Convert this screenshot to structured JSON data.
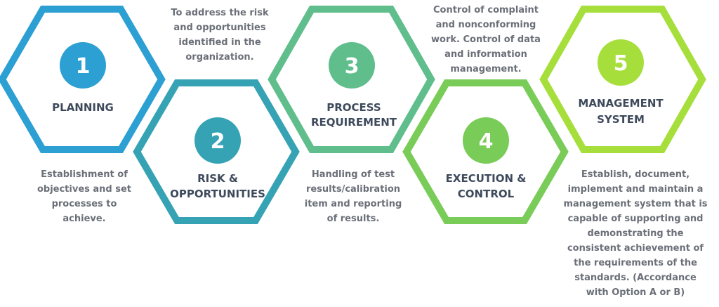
{
  "steps": [
    {
      "number": "1",
      "title_line1": "PLANNING",
      "title_line2": "",
      "color": "#2c9fd3",
      "description": "Establishment of\nobjectives and set\nprocesses to\nachieve."
    },
    {
      "number": "2",
      "title_line1": "RISK &",
      "title_line2": "OPPORTUNITIES",
      "color": "#36a3b4",
      "description": "To address the risk\nand opportunities\nidentified in the\norganization."
    },
    {
      "number": "3",
      "title_line1": "PROCESS",
      "title_line2": "REQUIREMENT",
      "color": "#5fbe8b",
      "description": "Handling of test\nresults/calibration\nitem and reporting\nof results."
    },
    {
      "number": "4",
      "title_line1": "EXECUTION &",
      "title_line2": "CONTROL",
      "color": "#79cc57",
      "description": "Control of complaint\nand nonconforming\nwork. Control of data\nand information\nmanagement."
    },
    {
      "number": "5",
      "title_line1": "MANAGEMENT",
      "title_line2": "SYSTEM",
      "color": "#a6df3c",
      "description": "Establish, document,\nimplement and maintain a\nmanagement system that is\ncapable  of supporting and\ndemonstrating the\nconsistent achievement of\nthe requirements of  the\nstandards. (Accordance\nwith Option A or B)"
    }
  ]
}
